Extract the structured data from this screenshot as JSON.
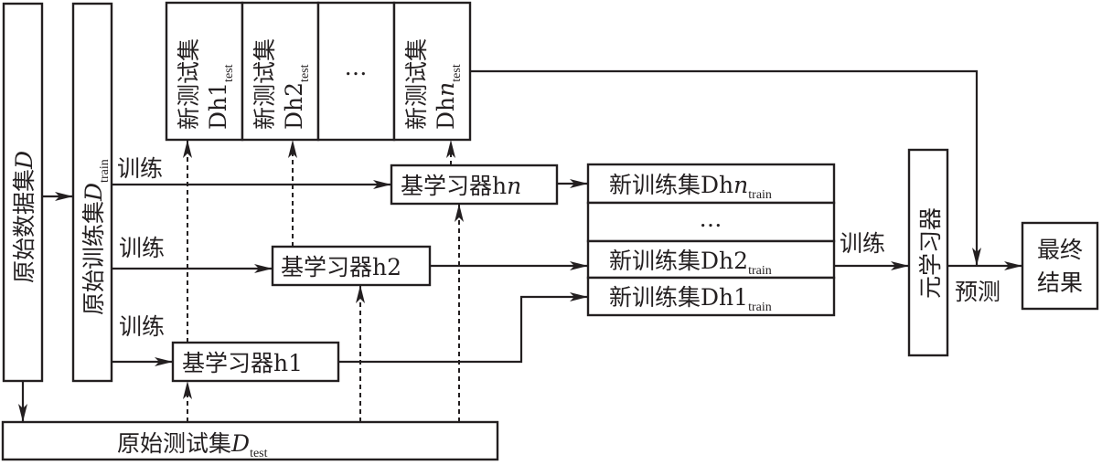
{
  "diagram": {
    "original_dataset": {
      "label": "原始数据集",
      "var": "D"
    },
    "original_train_set": {
      "label": "原始训练集",
      "var": "D",
      "sub": "train"
    },
    "original_test_set": {
      "label": "原始测试集",
      "var": "D",
      "sub": "test"
    },
    "new_test_sets": [
      {
        "label": "新测试集",
        "name": "Dh1",
        "sub": "test"
      },
      {
        "label": "新测试集",
        "name": "Dh2",
        "sub": "test"
      },
      {
        "label": "…"
      },
      {
        "label": "新测试集",
        "name": "Dh",
        "name_italic": "n",
        "sub": "test"
      }
    ],
    "base_learners": [
      {
        "label": "基学习器h1"
      },
      {
        "label": "基学习器h2"
      },
      {
        "label": "基学习器h",
        "italic": "n"
      }
    ],
    "new_train_sets": [
      {
        "label": "新训练集Dh",
        "italic": "n",
        "sub": "train"
      },
      {
        "label": "…"
      },
      {
        "label": "新训练集Dh2",
        "sub": "train"
      },
      {
        "label": "新训练集Dh1",
        "sub": "train"
      }
    ],
    "meta_learner": {
      "label": "元学习器"
    },
    "final_result": {
      "line1": "最终",
      "line2": "结果"
    },
    "edge_labels": {
      "train": "训练",
      "predict": "预测"
    }
  }
}
